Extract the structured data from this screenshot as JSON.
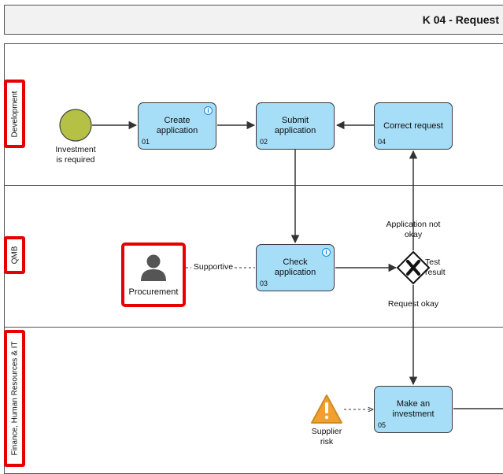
{
  "header": {
    "title": "K 04 - Request"
  },
  "lanes": [
    {
      "label": "Development"
    },
    {
      "label": "QMB"
    },
    {
      "label": "Finance, Human Resources & IT"
    }
  ],
  "events": {
    "start_label_line1": "Investment",
    "start_label_line2": "is required"
  },
  "tasks": [
    {
      "label": "Create application",
      "number": "01",
      "info_icon": "i"
    },
    {
      "label": "Submit application",
      "number": "02"
    },
    {
      "label": "Correct request",
      "number": "04"
    },
    {
      "label": "Check application",
      "number": "03",
      "info_icon": "i"
    },
    {
      "label": "Make an investment",
      "number": "05"
    }
  ],
  "gateway": {
    "label_line1": "Test",
    "label_line2": "result",
    "flow_not_okay_line1": "Application not",
    "flow_not_okay_line2": "okay",
    "flow_okay": "Request okay"
  },
  "resource": {
    "label": "Procurement",
    "association_label": "Supportive"
  },
  "risk": {
    "label_line1": "Supplier",
    "label_line2": "risk"
  },
  "colors": {
    "task_fill": "#a6ddf7",
    "start_event_fill": "#b5c144",
    "highlight": "#e60000",
    "warning": "#f0a030"
  }
}
